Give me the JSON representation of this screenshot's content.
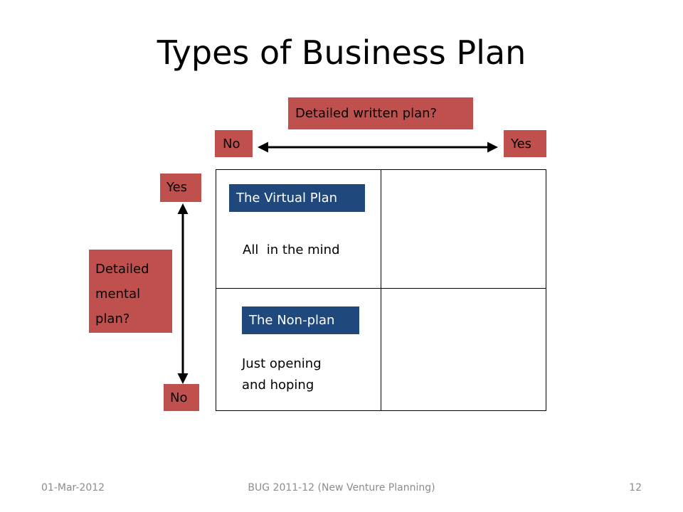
{
  "slide": {
    "title": "Types of Business Plan",
    "horizontal_axis": {
      "question": "Detailed written plan?",
      "left": "No",
      "right": "Yes"
    },
    "vertical_axis": {
      "question_lines": [
        "Detailed",
        "mental",
        "plan?"
      ],
      "top": "Yes",
      "bottom": "No"
    },
    "quadrants": [
      {
        "position": "top-left",
        "label": "The Virtual Plan",
        "description": "All  in the mind"
      },
      {
        "position": "bottom-left",
        "label": "The Non-plan",
        "description_lines": [
          "Just opening",
          "and hoping"
        ]
      },
      {
        "position": "top-right"
      },
      {
        "position": "bottom-right"
      }
    ]
  },
  "footer": {
    "date": "01-Mar-2012",
    "center": "BUG 2011-12 (New Venture Planning)",
    "page": "12"
  },
  "colors": {
    "red_box": "#c0504d",
    "blue_box": "#1f497d",
    "footer_text": "#8c8c8c"
  }
}
